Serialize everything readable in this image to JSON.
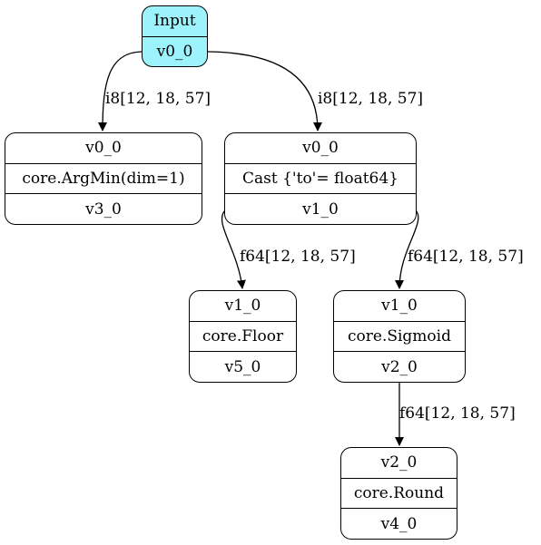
{
  "nodes": {
    "input": {
      "title": "Input",
      "out": "v0_0"
    },
    "argmin": {
      "in": "v0_0",
      "op": "core.ArgMin(dim=1)",
      "out": "v3_0"
    },
    "cast": {
      "in": "v0_0",
      "op": "Cast {'to'= float64}",
      "out": "v1_0"
    },
    "floor": {
      "in": "v1_0",
      "op": "core.Floor",
      "out": "v5_0"
    },
    "sigmoid": {
      "in": "v1_0",
      "op": "core.Sigmoid",
      "out": "v2_0"
    },
    "round": {
      "in": "v2_0",
      "op": "core.Round",
      "out": "v4_0"
    }
  },
  "edges": {
    "input_to_argmin": "i8[12, 18, 57]",
    "input_to_cast": "i8[12, 18, 57]",
    "cast_to_floor": "f64[12, 18, 57]",
    "cast_to_sigmoid": "f64[12, 18, 57]",
    "sigmoid_to_round": "f64[12, 18, 57]"
  }
}
